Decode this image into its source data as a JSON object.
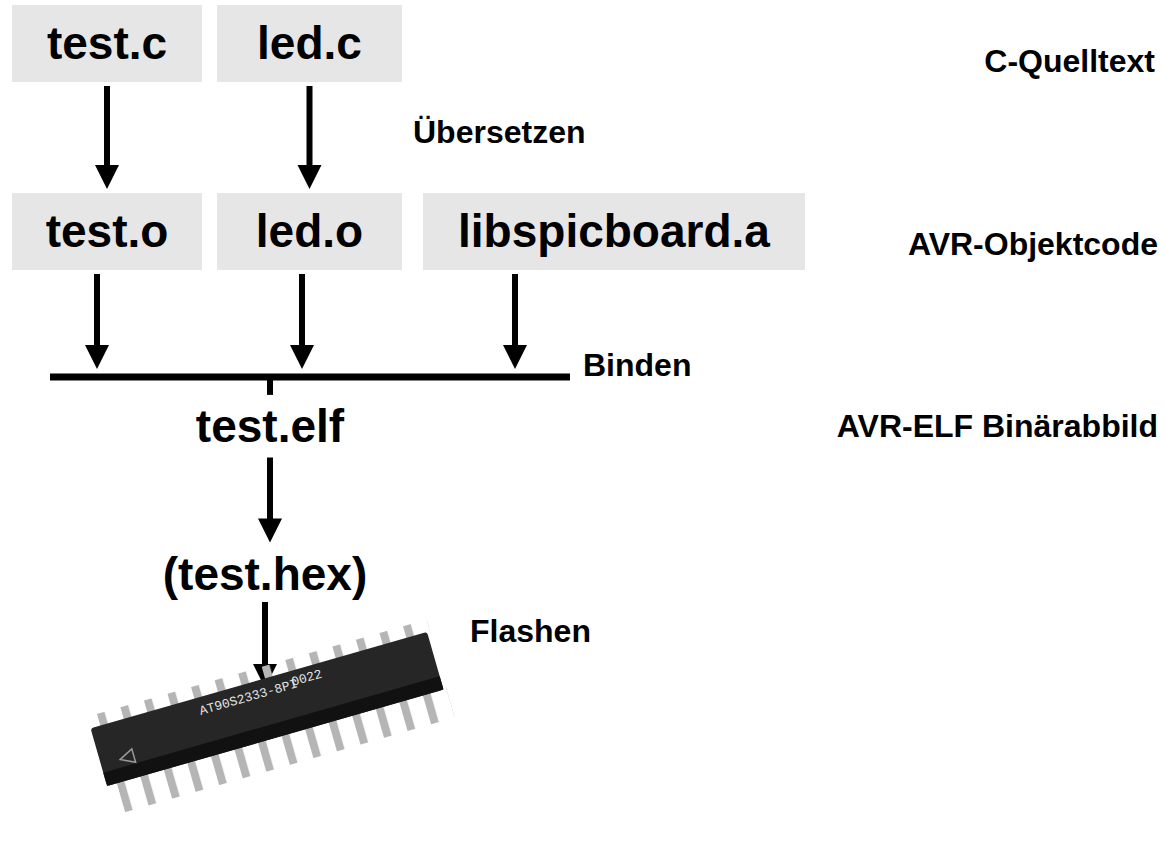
{
  "diagram": {
    "nodes": [
      {
        "text": [
          "test.c"
        ]
      },
      {
        "text": [
          "led.c"
        ]
      },
      {
        "text": [
          "test.o"
        ]
      },
      {
        "text": [
          "led.o"
        ]
      },
      {
        "text": [
          "libspicboard.a"
        ]
      },
      {
        "text": [
          "test.elf"
        ]
      },
      {
        "text": [
          "(test.hex)"
        ]
      }
    ],
    "edges": [
      {
        "from": 0,
        "to": 2,
        "arrow": "to"
      },
      {
        "from": 1,
        "to": 3,
        "arrow": "to"
      },
      {
        "from": 2,
        "to": 5,
        "arrow": "to"
      },
      {
        "from": 3,
        "to": 5,
        "arrow": "to"
      },
      {
        "from": 4,
        "to": 5,
        "arrow": "to"
      },
      {
        "from": 5,
        "to": 6,
        "arrow": "to"
      }
    ],
    "labels": [
      "C-Quelltext",
      "Übersetzen",
      "AVR-Objektcode",
      "Binden",
      "AVR-ELF Binärabbild",
      "Flashen",
      "0022",
      "AT90S2333-8PI"
    ]
  }
}
